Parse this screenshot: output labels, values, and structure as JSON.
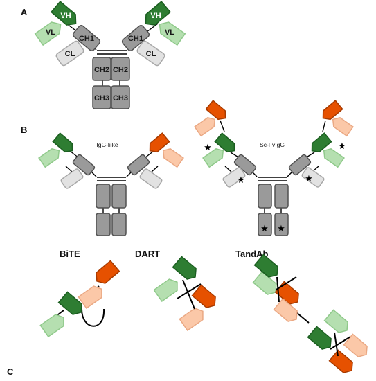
{
  "panels": {
    "a": "A",
    "b": "B",
    "c": "C"
  },
  "domains": {
    "vh": "VH",
    "vl": "VL",
    "ch1": "CH1",
    "cl": "CL",
    "ch2": "CH2",
    "ch3": "CH3"
  },
  "formats": {
    "igg_like": "IgG-liike",
    "sc_fvigg": "Sc-FvIgG",
    "bite": "BiTE",
    "dart": "DART",
    "tandab": "TandAb"
  },
  "marker": "★",
  "colors": {
    "vh_green": "#2e7d32",
    "vh_green_stroke": "#1b5e20",
    "vl_green": "#b5dfb0",
    "vl_green_stroke": "#8fc98a",
    "vh_orange": "#e65100",
    "vh_orange_stroke": "#a63a00",
    "vl_orange": "#fbc8a8",
    "vl_orange_stroke": "#eaa883",
    "constant_heavy": "#9a9a9a",
    "constant_heavy_stroke": "#505050",
    "constant_light": "#e2e2e2",
    "constant_light_stroke": "#a8a8a8"
  }
}
